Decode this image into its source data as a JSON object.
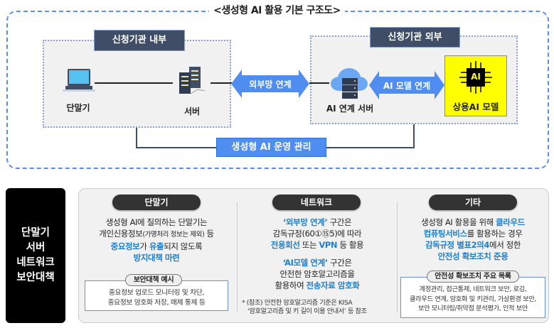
{
  "title": "<생성형 AI 활용 기본 구조도>",
  "diagram": {
    "inside_label": "신청기관 내부",
    "outside_label": "신청기관 외부",
    "terminal": "단말기",
    "server": "서버",
    "external_link": "외부망 연계",
    "ai_link_server": "AI 연계 서버",
    "ai_model_link": "AI 모델 연계",
    "chip_text": "AI",
    "commercial_model": "상용AI 모델",
    "operation": "생성형 AI 운영 관리"
  },
  "side_label": [
    "단말기",
    "서버",
    "네트워크",
    "보안대책"
  ],
  "columns": {
    "terminal": {
      "header": "단말기",
      "l1": "생성형 AI에 질의하는 단말기는",
      "l2a": "개인신용정보",
      "l2b": "(가명처리 정보는 제외)",
      "l2c": " 등",
      "l3a": "중요정보",
      "l3b": "가 ",
      "l3c": "유출",
      "l3d": "되지 않도록",
      "l4": "방지대책 마련",
      "ex_title": "보안대책 예시",
      "ex1": "중요정보 업로드 모니터링 및 차단,",
      "ex2": "중요정보 암호화 저장, 매체 통제 등"
    },
    "network": {
      "header": "네트워크",
      "a1": "‘외부망 연계’",
      "a1b": " 구간은",
      "a2": "감독규정(60①⑮5)에 따라",
      "a3a": "전용회선",
      "a3b": " 또는 ",
      "a3c": "VPN",
      "a3d": " 등 활용",
      "b1": "‘AI모델 연계’",
      "b1b": " 구간은",
      "b2": "안전한 암호알고리즘을",
      "b3a": "활용하여 ",
      "b3b": "전송자료 암호화",
      "note1": "* (참조) 안전한 암호알고리즘 기준은 KISA",
      "note2": "‘암호알고리즘 및 키 길이 이용 안내서’ 등 참조"
    },
    "other": {
      "header": "기타",
      "l1a": "생성형 AI 활용을 위해 ",
      "l1b": "클라우드",
      "l2a": "컴퓨팅서비스",
      "l2b": "를 활용하는 경우",
      "l3a": "감독규정 별표2의4",
      "l3b": "에서 정한",
      "l4": "안전성 확보조치 준용",
      "ex_title": "안전성 확보조치 주요 목록",
      "ex1": "계정관리, 접근통제, 네트워크 보안, 로깅,",
      "ex2": "클라우드 연계, 암호화 및 키관리, 가상환경 보안,",
      "ex3": "보안 모니터링/취약점 분석평가, 인적 보안"
    }
  }
}
